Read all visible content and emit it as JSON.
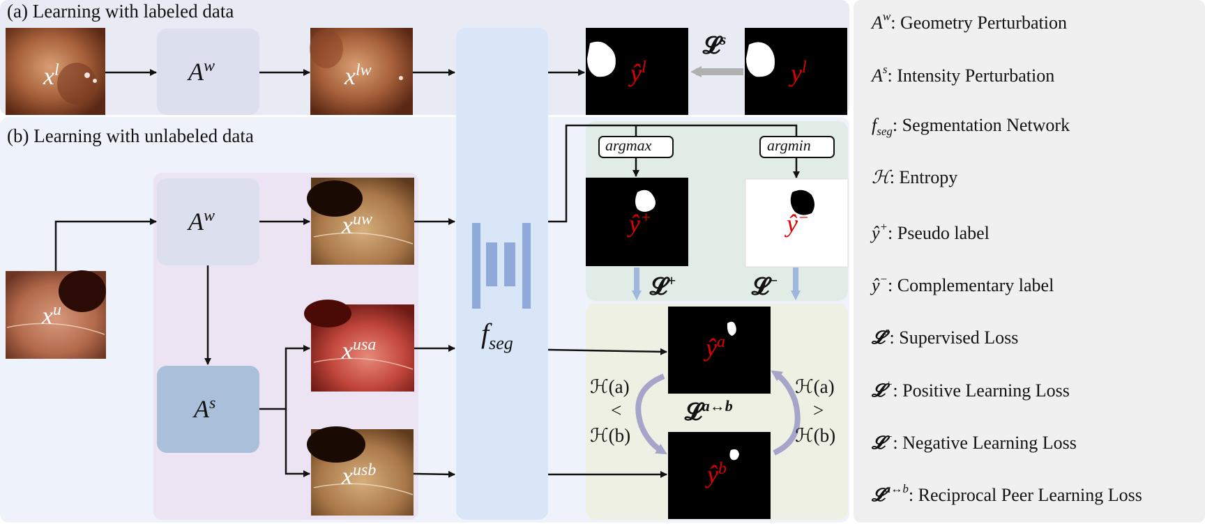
{
  "panels": {
    "labeled_title": "(a) Learning with labeled data",
    "unlabeled_title": "(b) Learning with unlabeled data"
  },
  "legend": [
    {
      "sym": "A",
      "sup": "w",
      "sub": "",
      "bold": false,
      "text": ": Geometry Perturbation"
    },
    {
      "sym": "A",
      "sup": "s",
      "sub": "",
      "bold": false,
      "text": ": Intensity Perturbation"
    },
    {
      "sym": "f",
      "sup": "",
      "sub": "seg",
      "bold": false,
      "text": ": Segmentation Network"
    },
    {
      "sym": "ℋ",
      "sup": "",
      "sub": "",
      "bold": false,
      "text": ": Entropy"
    },
    {
      "sym": "ŷ",
      "sup": "+",
      "sub": "",
      "bold": false,
      "text": ": Pseudo label"
    },
    {
      "sym": "ŷ",
      "sup": "−",
      "sub": "",
      "bold": false,
      "text": ": Complementary label"
    },
    {
      "sym": "𝓛",
      "sup": "s",
      "sub": "",
      "bold": true,
      "text": ": Supervised Loss"
    },
    {
      "sym": "𝓛",
      "sup": "+",
      "sub": "",
      "bold": true,
      "text": ": Positive Learning Loss"
    },
    {
      "sym": "𝓛",
      "sup": "−",
      "sub": "",
      "bold": true,
      "text": ": Negative Learning Loss"
    },
    {
      "sym": "𝓛",
      "sup": "a↔b",
      "sub": "",
      "bold": true,
      "text": ": Reciprocal Peer Learning Loss"
    }
  ],
  "blocks": {
    "aw_top": {
      "base": "A",
      "sup": "w"
    },
    "aw_mid": {
      "base": "A",
      "sup": "w"
    },
    "as_mid": {
      "base": "A",
      "sup": "s"
    },
    "fseg": {
      "base": "f",
      "sub": "seg"
    }
  },
  "images": {
    "xl": {
      "base": "x",
      "sup": "l"
    },
    "xlw": {
      "base": "x",
      "sup": "lw"
    },
    "xu": {
      "base": "x",
      "sup": "u"
    },
    "xuw": {
      "base": "x",
      "sup": "uw"
    },
    "xusa": {
      "base": "x",
      "sup": "usa"
    },
    "xusb": {
      "base": "x",
      "sup": "usb"
    }
  },
  "masks": {
    "yhat_l": {
      "base": "ŷ",
      "sup": "l"
    },
    "y_l": {
      "base": "y",
      "sup": "l"
    },
    "yhat_plus": {
      "base": "ŷ",
      "sup": "+"
    },
    "yhat_minus": {
      "base": "ŷ",
      "sup": "−"
    },
    "yhat_a": {
      "base": "ŷ",
      "sup": "a"
    },
    "yhat_b": {
      "base": "ŷ",
      "sup": "b"
    }
  },
  "operators": {
    "argmax": "argmax",
    "argmin": "argmin"
  },
  "losses": {
    "ls": {
      "base": "𝓛",
      "sup": "s"
    },
    "lplus": {
      "base": "𝓛",
      "sup": "+"
    },
    "lminus": {
      "base": "𝓛",
      "sup": "−"
    },
    "lab": {
      "base": "𝓛",
      "sup": "a↔b"
    }
  },
  "entropy_compare": {
    "left": {
      "top": "ℋ(a)",
      "op": "<",
      "bottom": "ℋ(b)"
    },
    "right": {
      "top": "ℋ(a)",
      "op": ">",
      "bottom": "ℋ(b)"
    }
  },
  "colors": {
    "panel_a_bg": "#e8ebf4",
    "panel_b_bg": "#eef3fb",
    "aug_bg": "#ece4f3",
    "aw_block": "#dcdfee",
    "as_block": "#aabfda",
    "fseg_bg": "#d9e6f8",
    "fseg_icon": "#8fa9d8",
    "pl_bg": "#e1ece6",
    "rp_bg": "#eef0e4",
    "label_red": "#e00000",
    "blue_arrow": "#9fb7de",
    "curve_arrow": "#a6a4c8",
    "gray_arrow": "#b0b0b0"
  }
}
